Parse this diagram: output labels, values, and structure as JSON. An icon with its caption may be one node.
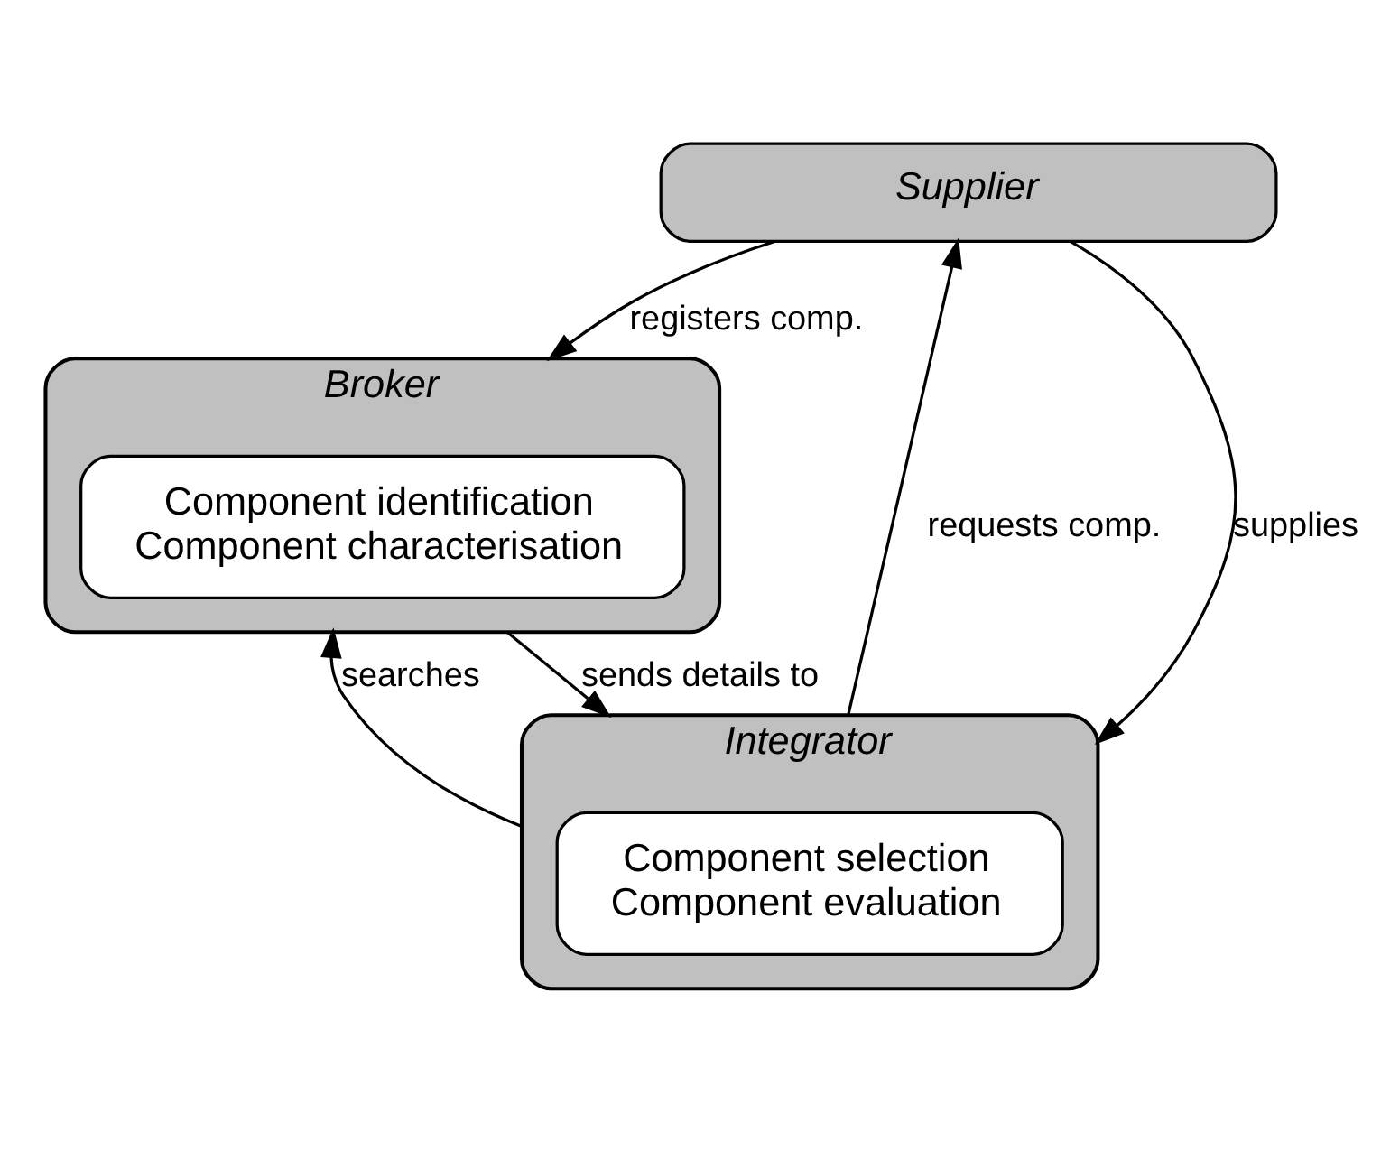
{
  "diagram": {
    "nodes": [
      {
        "text": [
          "Supplier"
        ]
      },
      {
        "text": [
          "Broker"
        ]
      },
      {
        "text": [
          "Component identification",
          "Component characterisation"
        ],
        "in": 1
      },
      {
        "text": [
          "Integrator"
        ]
      },
      {
        "text": [
          "Component selection",
          "Component evaluation"
        ],
        "in": 3
      }
    ],
    "edges": [
      {
        "from": 0,
        "to": 1,
        "arrow": "to",
        "label": "registers comp."
      },
      {
        "from": 3,
        "to": 1,
        "arrow": "to",
        "label": "searches"
      },
      {
        "from": 1,
        "to": 3,
        "arrow": "to",
        "label": "sends details to"
      },
      {
        "from": 3,
        "to": 0,
        "arrow": "to",
        "label": "requests comp."
      },
      {
        "from": 0,
        "to": 3,
        "arrow": "to",
        "label": "supplies"
      }
    ]
  }
}
